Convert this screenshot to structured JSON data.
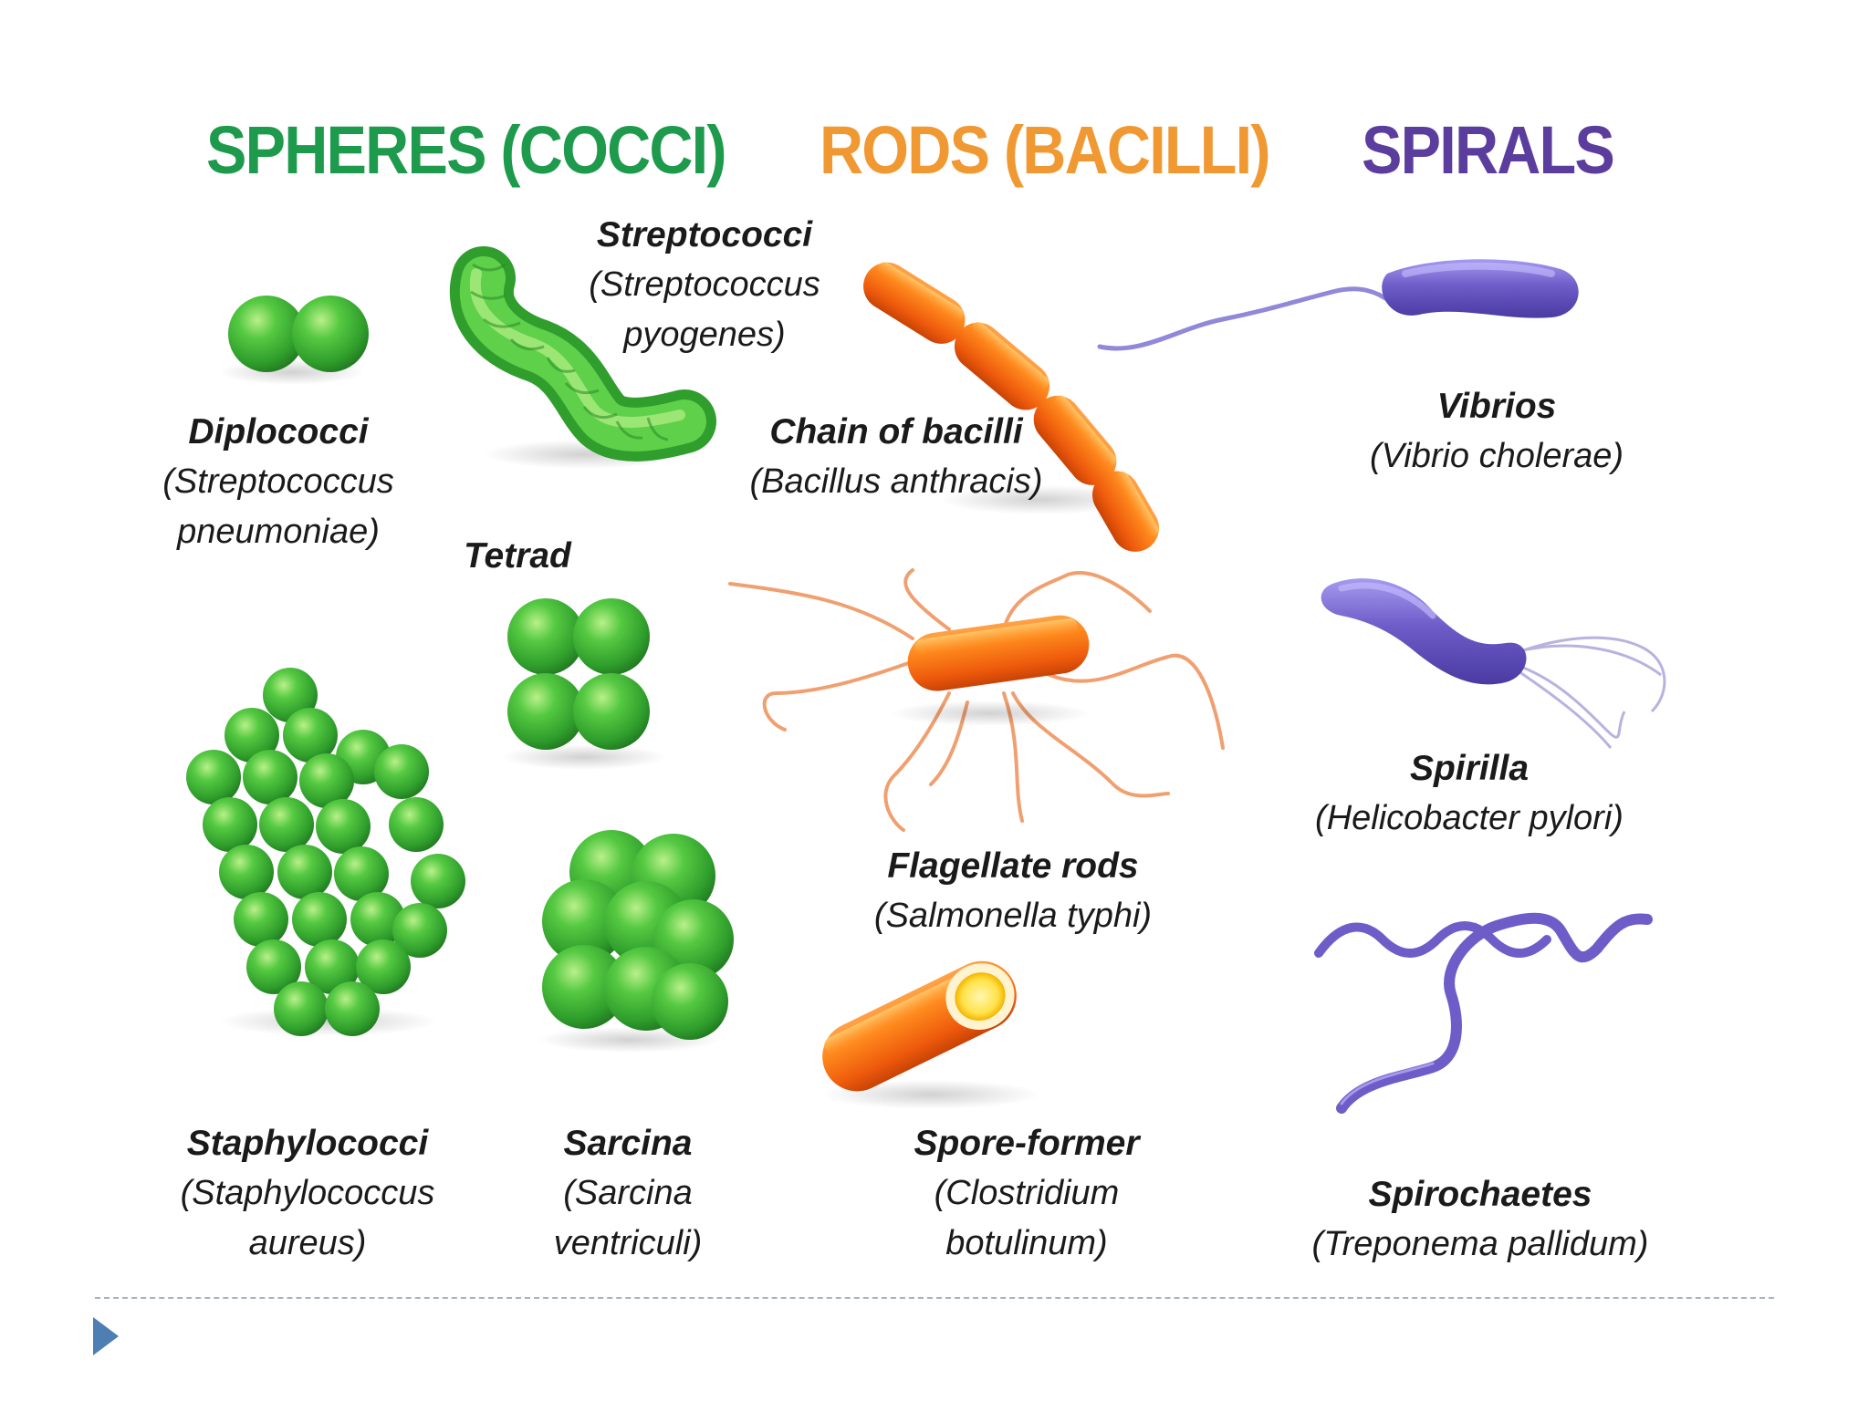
{
  "headers": {
    "spheres": "SPHERES (COCCI)",
    "rods": "RODS (BACILLI)",
    "spirals": "SPIRALS"
  },
  "labels": {
    "streptococci": {
      "name": "Streptococci",
      "example": "Streptococcus pyogenes",
      "example_l1": "Streptococcus",
      "example_l2": "pyogenes)"
    },
    "diplococci": {
      "name": "Diplococci",
      "example_l1": "(Streptococcus",
      "example_l2": "pneumoniae)"
    },
    "tetrad": {
      "name": "Tetrad"
    },
    "staphylococci": {
      "name": "Staphylococci",
      "example_l1": "(Staphylococcus",
      "example_l2": "aureus)"
    },
    "sarcina": {
      "name": "Sarcina",
      "example_l1": "(Sarcina",
      "example_l2": "ventriculi)"
    },
    "chain_bacilli": {
      "name": "Chain of bacilli",
      "example": "(Bacillus anthracis)"
    },
    "flagellate": {
      "name": "Flagellate rods",
      "example": "(Salmonella typhi)"
    },
    "spore_former": {
      "name": "Spore-former",
      "example_l1": "(Clostridium",
      "example_l2": "botulinum)"
    },
    "vibrios": {
      "name": "Vibrios",
      "example": "(Vibrio cholerae)"
    },
    "spirilla": {
      "name": "Spirilla",
      "example": "(Helicobacter pylori)"
    },
    "spirochaetes": {
      "name": "Spirochaetes",
      "example": "(Treponema pallidum)"
    }
  },
  "colors": {
    "cocci": "#3cb53f",
    "bacilli": "#f2721c",
    "spirals": "#6e5cc8",
    "spheres_header": "#1e9a4c",
    "rods_header": "#f09933",
    "spirals_header": "#5b3d9e"
  },
  "icons": {
    "slide_bullet": "triangle-right-icon"
  }
}
